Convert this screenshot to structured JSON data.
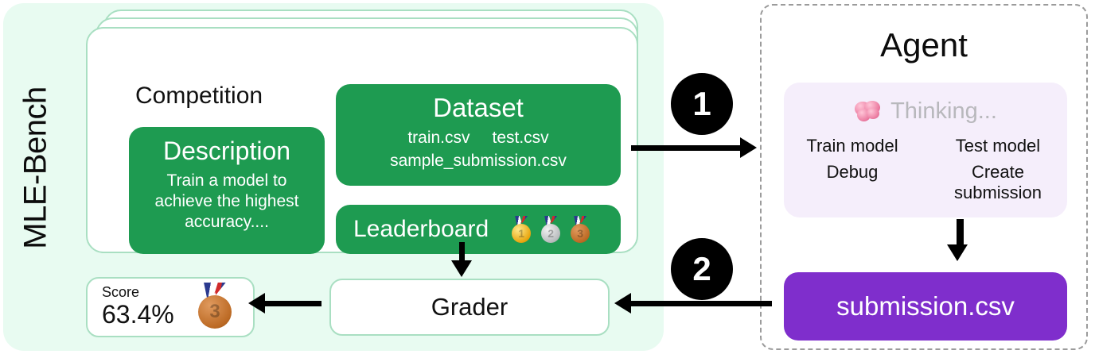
{
  "benchmark": {
    "label": "MLE-Bench",
    "panel_color": "#E8FBF1",
    "accent_green": "#1E9B51",
    "border_green": "#A9DFC2"
  },
  "competition": {
    "title": "Competition",
    "description": {
      "title": "Description",
      "body": "Train a model to achieve the highest accuracy...."
    },
    "dataset": {
      "title": "Dataset",
      "files_row_1": [
        "train.csv",
        "test.csv"
      ],
      "files_row_2": [
        "sample_submission.csv"
      ]
    },
    "leaderboard": {
      "title": "Leaderboard",
      "medals": [
        {
          "name": "gold-medal-icon",
          "rank": "1"
        },
        {
          "name": "silver-medal-icon",
          "rank": "2"
        },
        {
          "name": "bronze-medal-icon",
          "rank": "3"
        }
      ]
    }
  },
  "grader": {
    "label": "Grader"
  },
  "score": {
    "label": "Score",
    "value": "63.4%",
    "medal": {
      "name": "bronze-medal-icon",
      "rank": "3"
    }
  },
  "agent": {
    "title": "Agent",
    "panel_color": "#F5EEFB",
    "thinking": {
      "icon": "brain-icon",
      "text": "Thinking..."
    },
    "actions": [
      "Train model",
      "Test model",
      "Debug",
      "Create submission"
    ],
    "submission": {
      "label": "submission.csv",
      "color": "#7F2ECC"
    }
  },
  "steps": [
    {
      "number": "1"
    },
    {
      "number": "2"
    }
  ]
}
